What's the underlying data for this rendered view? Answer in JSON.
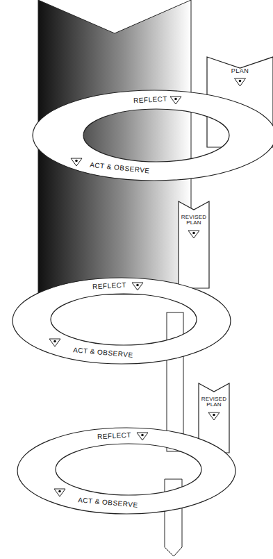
{
  "diagram": {
    "nodes": [
      {
        "text": [
          "PLAN"
        ]
      },
      {
        "text": [
          "REFLECT",
          "ACT & OBSERVE"
        ]
      },
      {
        "text": [
          "REVISED PLAN"
        ]
      },
      {
        "text": [
          "REFLECT",
          "ACT & OBSERVE"
        ]
      },
      {
        "text": [
          "REVISED PLAN"
        ]
      },
      {
        "text": [
          "REFLECT",
          "ACT & OBSERVE"
        ]
      }
    ]
  }
}
